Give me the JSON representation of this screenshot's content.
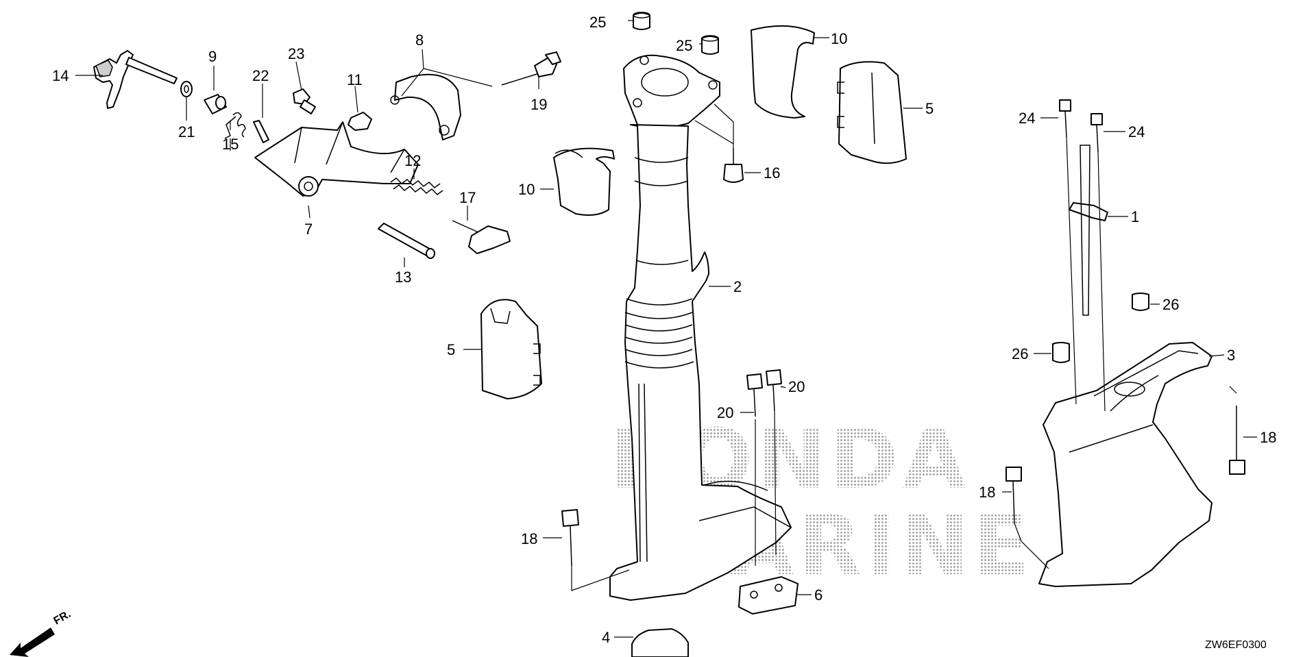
{
  "diagram_code": "ZW6EF0300",
  "direction_label": "FR.",
  "watermark": {
    "line1": "HONDA",
    "line2": "MARINE"
  },
  "callouts": [
    {
      "id": "c1",
      "text": "1"
    },
    {
      "id": "c2",
      "text": "2"
    },
    {
      "id": "c3",
      "text": "3"
    },
    {
      "id": "c4",
      "text": "4"
    },
    {
      "id": "c5a",
      "text": "5"
    },
    {
      "id": "c5b",
      "text": "5"
    },
    {
      "id": "c6",
      "text": "6"
    },
    {
      "id": "c7",
      "text": "7"
    },
    {
      "id": "c8",
      "text": "8"
    },
    {
      "id": "c9",
      "text": "9"
    },
    {
      "id": "c10a",
      "text": "10"
    },
    {
      "id": "c10b",
      "text": "10"
    },
    {
      "id": "c11",
      "text": "11"
    },
    {
      "id": "c12",
      "text": "12"
    },
    {
      "id": "c13",
      "text": "13"
    },
    {
      "id": "c14",
      "text": "14"
    },
    {
      "id": "c15",
      "text": "15"
    },
    {
      "id": "c16",
      "text": "16"
    },
    {
      "id": "c17",
      "text": "17"
    },
    {
      "id": "c18a",
      "text": "18"
    },
    {
      "id": "c18b",
      "text": "18"
    },
    {
      "id": "c18c",
      "text": "18"
    },
    {
      "id": "c19",
      "text": "19"
    },
    {
      "id": "c20a",
      "text": "20"
    },
    {
      "id": "c20b",
      "text": "20"
    },
    {
      "id": "c21",
      "text": "21"
    },
    {
      "id": "c22",
      "text": "22"
    },
    {
      "id": "c23",
      "text": "23"
    },
    {
      "id": "c24a",
      "text": "24"
    },
    {
      "id": "c24b",
      "text": "24"
    },
    {
      "id": "c25a",
      "text": "25"
    },
    {
      "id": "c25b",
      "text": "25"
    },
    {
      "id": "c26a",
      "text": "26"
    },
    {
      "id": "c26b",
      "text": "26"
    }
  ]
}
